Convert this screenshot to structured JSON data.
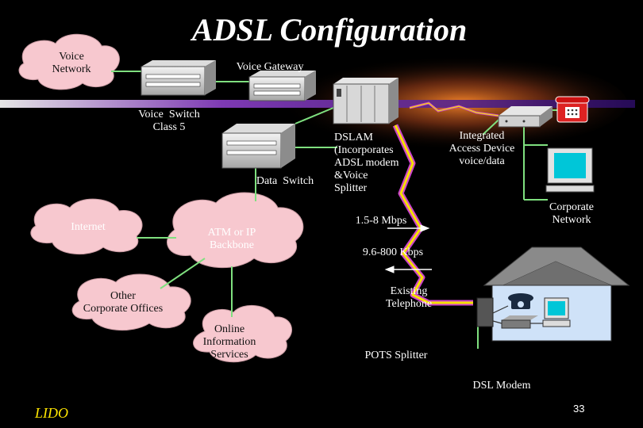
{
  "title": "ADSL Configuration",
  "footer": {
    "left": "LIDO",
    "page_number": "33"
  },
  "labels": {
    "voice_network": "Voice\nNetwork",
    "voice_gateway": "Voice Gateway",
    "voice_switch": "Voice  Switch\nClass 5",
    "data_switch": "Data  Switch",
    "dslam": "DSLAM\n(Incorporates\nADSL modem\n&Voice\nSplitter",
    "integrated_access_device": "Integrated\nAccess Device\nvoice/data",
    "corporate_network": "Corporate\nNetwork",
    "internet": "Internet",
    "atm_backbone": "ATM or IP\nBackbone",
    "downstream_rate": "1.5-8 Mbps",
    "upstream_rate": "9.6-800 Kbps",
    "other_offices": "Other\nCorporate Offices",
    "existing_telephone": "Existing\nTelephone",
    "online_services": "Online\nInformation\nServices",
    "pots_splitter": "POTS Splitter",
    "dsl_modem": "DSL Modem"
  },
  "colors": {
    "background": "#000000",
    "cloud": "#f7c8cf",
    "line": "#7fe07f",
    "lightning": "#f5e000",
    "lightning_glow": "#cc44cc",
    "house_roof": "#8a8a8a",
    "house_wall": "#cfe2f8",
    "footer_text": "#ffe600"
  },
  "icons": [
    "voice-gateway-icon",
    "voice-switch-icon",
    "data-switch-icon",
    "dslam-icon",
    "integrated-access-device-icon",
    "telephone-icon",
    "corporate-computer-icon",
    "house-icon",
    "lightning-icon"
  ]
}
